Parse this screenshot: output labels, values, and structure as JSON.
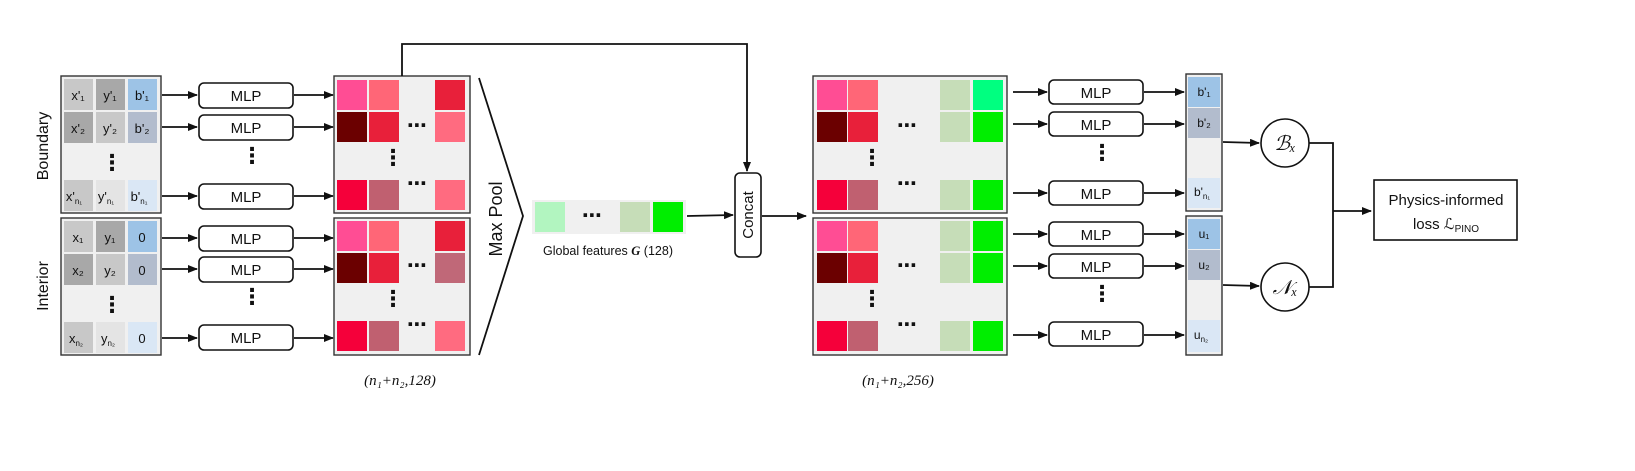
{
  "labels": {
    "boundary": "Boundary",
    "interior": "Interior",
    "max_pool": "Max Pool",
    "concat": "Concat",
    "mlp": "MLP",
    "dots": "⋯",
    "vdots": "⋮",
    "global_features": "Global features",
    "global_features_symbol": "G",
    "global_features_dim": "(128)",
    "dim_128": "(n₁+n₂,128)",
    "dim_256": "(n₁+n₂,256)",
    "bx": "ℬₓ",
    "nx": "𝒩ₓ",
    "loss_line1": "Physics-informed",
    "loss_line2": "loss ℒ",
    "loss_sub": "PINO"
  },
  "boundary_inputs": [
    [
      "x'₁",
      "y'₁",
      "b'₁"
    ],
    [
      "x'₂",
      "y'₂",
      "b'₂"
    ],
    [
      "x'",
      "y'",
      "b'"
    ]
  ],
  "boundary_input_subs": [
    "n₁",
    "n₁",
    "n₁"
  ],
  "interior_inputs": [
    [
      "x₁",
      "y₁",
      "0"
    ],
    [
      "x₂",
      "y₂",
      "0"
    ],
    [
      "x",
      "y",
      "0"
    ]
  ],
  "interior_input_subs": [
    "n₂",
    "n₂"
  ],
  "boundary_outputs": [
    "b'₁",
    "b'₂",
    "b'"
  ],
  "interior_outputs": [
    "u₁",
    "u₂",
    "u"
  ],
  "output_subs": [
    "n₁",
    "n₂"
  ],
  "colors": {
    "pink": "#ff4d94",
    "salmon": "#ff6677",
    "dark_red": "#6b0000",
    "crimson": "#e8203a",
    "red": "#f5003a",
    "mauve": "#c06070",
    "rose": "#ff6b80",
    "rose2": "#c06878",
    "light_green": "#b2f5c0",
    "sage": "#c6ddb8",
    "green": "#00ee00",
    "mint": "#00ff80",
    "grey_cell": "#c8c8c8",
    "grey_cell2": "#a8a8a8",
    "blue_cell": "#9dc3e6",
    "blue_light": "#dae7f5",
    "blue_grey": "#b2bccd"
  }
}
